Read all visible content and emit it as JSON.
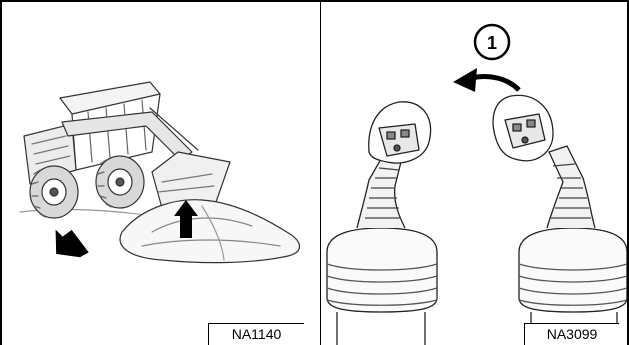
{
  "figures": [
    {
      "caption": "NA1140",
      "icon": "skid-steer-loader-illustration"
    },
    {
      "caption": "NA3099",
      "icon": "joystick-controls-illustration",
      "callout": "1"
    }
  ]
}
